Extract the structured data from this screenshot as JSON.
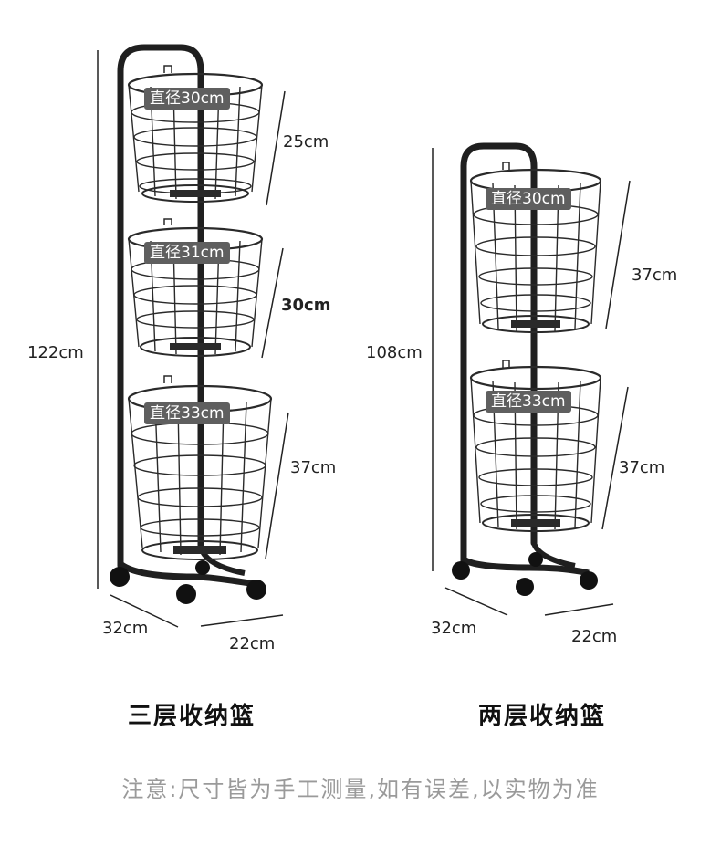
{
  "three_tier": {
    "caption": "三层收纳篮",
    "height": "122cm",
    "depth": "32cm",
    "width": "22cm",
    "baskets": [
      {
        "diameter": "直径30cm",
        "height": "25cm"
      },
      {
        "diameter": "直径31cm",
        "height": "30cm"
      },
      {
        "diameter": "直径33cm",
        "height": "37cm"
      }
    ]
  },
  "two_tier": {
    "caption": "两层收纳篮",
    "height": "108cm",
    "depth": "32cm",
    "width": "22cm",
    "baskets": [
      {
        "diameter": "直径30cm",
        "height": "37cm"
      },
      {
        "diameter": "直径33cm",
        "height": "37cm"
      }
    ]
  },
  "note": "注意:尺寸皆为手工测量,如有误差,以实物为准",
  "colors": {
    "frame": "#1f1f1f",
    "badge": "#5f5f5f",
    "note": "#9a9a9a"
  }
}
